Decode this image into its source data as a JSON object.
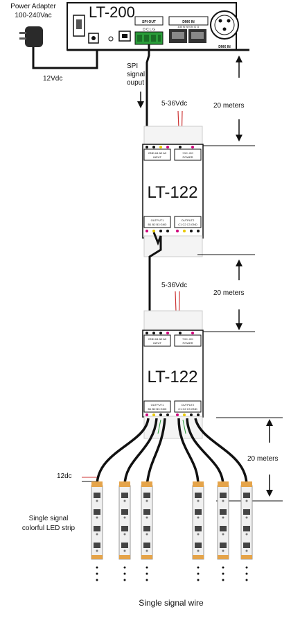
{
  "adapter": {
    "title": "Power Adapter",
    "voltage": "100-240Vac",
    "output_label": "12Vdc"
  },
  "controller": {
    "model": "LT-200",
    "spi_out": "SPI OUT",
    "spi_pins": "D  C  L  G",
    "dmx_in": "DMX IN",
    "dmx_pins": "A B N N N N G G",
    "xlr_label": "DMX IN"
  },
  "signal_label": [
    "SPI",
    "signal",
    "ouput"
  ],
  "distance_label": "20 meters",
  "supply_label": "5-36Vdc",
  "amplifier": {
    "model": "LT-122",
    "input_pins": "GND A1 A2 A3",
    "input_label": "INPUT",
    "power_pins": "+DC  -DC",
    "power_label": "POWER",
    "output1": "OUTPUT1",
    "output1_pins": "B1 B2 B3 GND",
    "output2": "OUTPUT2",
    "output2_pins": "C1 C2 C3 GND"
  },
  "strip_power_label": "12dc",
  "strip_caption": [
    "Single signal",
    "colorful LED strip"
  ],
  "footer": "Single signal wire"
}
